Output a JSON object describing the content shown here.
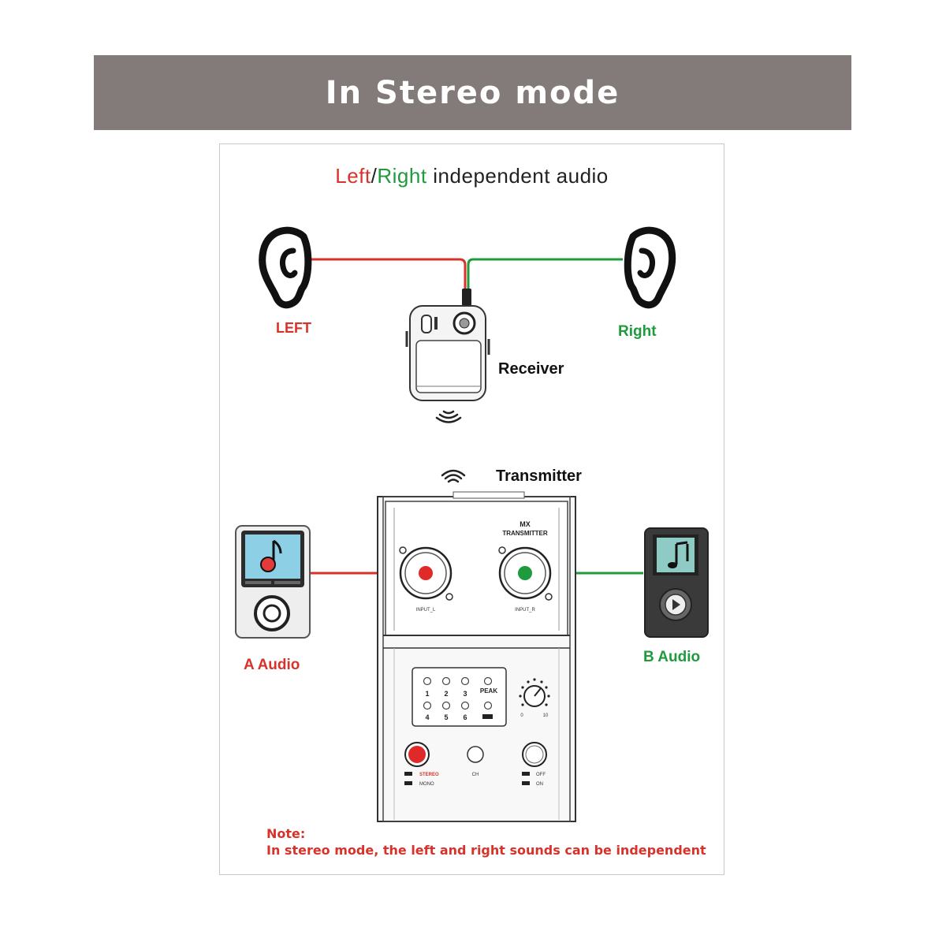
{
  "banner": {
    "title": "In Stereo mode"
  },
  "heading": {
    "left": "Left",
    "slash": "/",
    "right": "Right",
    "rest": "independent audio"
  },
  "labels": {
    "left": "LEFT",
    "right": "Right",
    "receiver": "Receiver",
    "transmitter": "Transmitter",
    "a_audio": "A Audio",
    "b_audio": "B Audio"
  },
  "device": {
    "model_line1": "MX",
    "model_line2": "TRANSMITTER",
    "input_l": "INPUT_L",
    "input_r": "INPUT_R",
    "leds": [
      "1",
      "2",
      "3",
      "PEAK",
      "4",
      "5",
      "6"
    ],
    "knob_min": "0",
    "knob_max": "10",
    "stereo": "STEREO",
    "mono": "MONO",
    "ch": "CH",
    "off": "OFF",
    "on": "ON"
  },
  "note": {
    "title": "Note:",
    "text": "In stereo mode, the left and right sounds can be independent"
  },
  "colors": {
    "left_signal": "#d7332a",
    "right_signal": "#1f9a3c",
    "banner": "#827b79"
  }
}
